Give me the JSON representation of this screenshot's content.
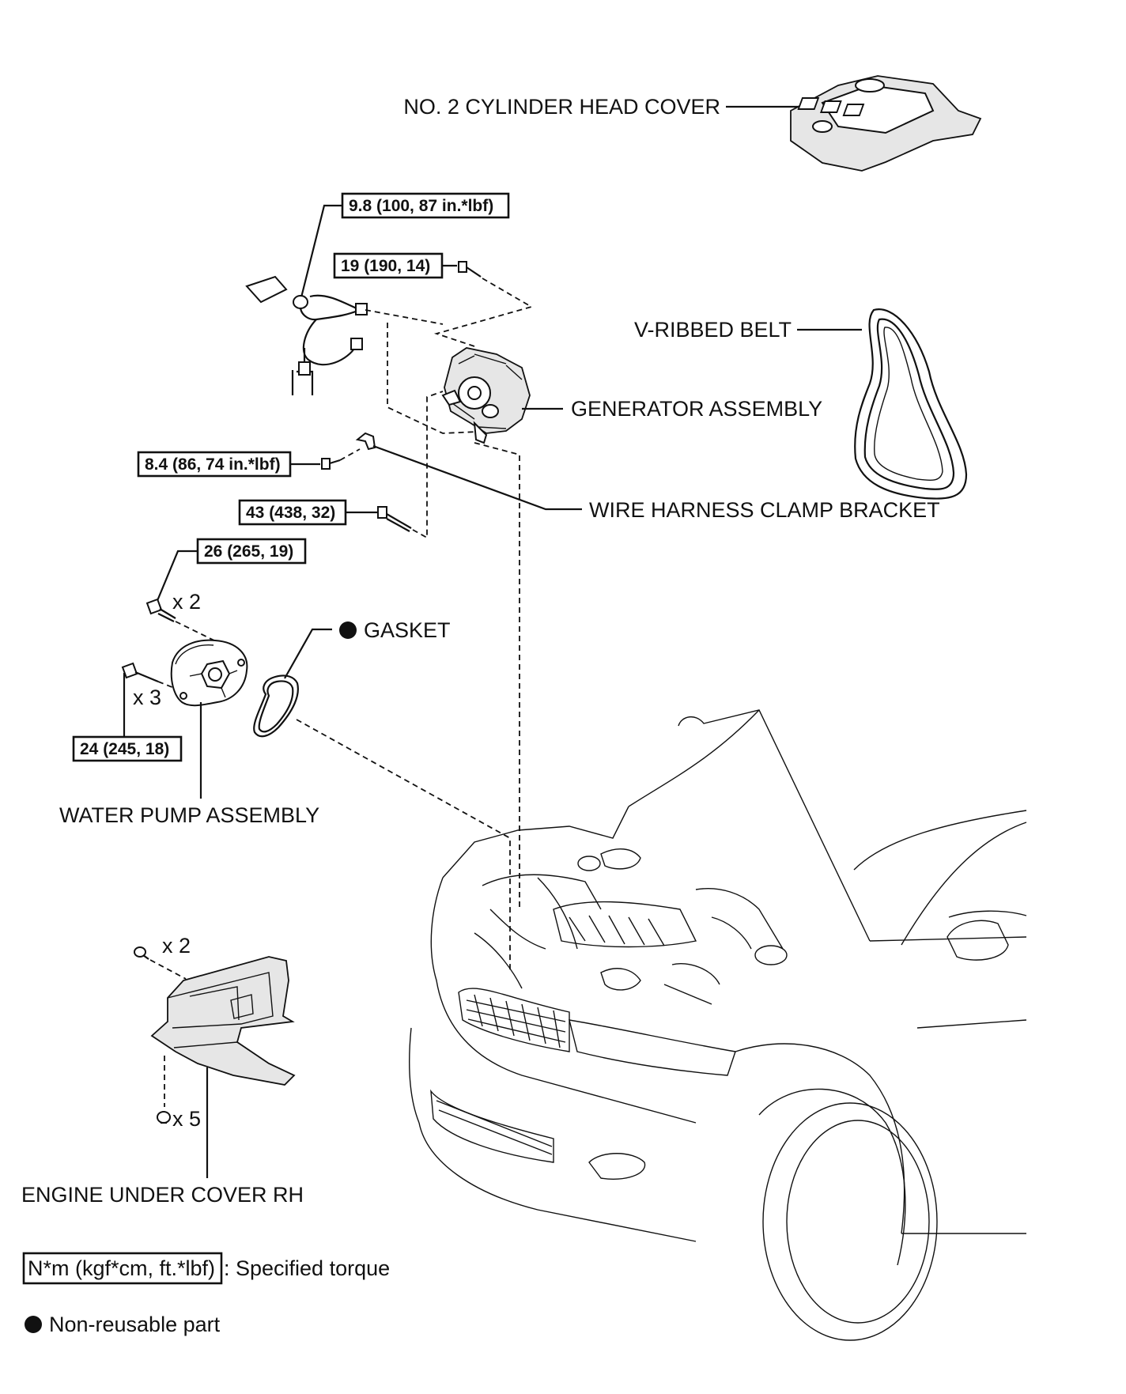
{
  "labels": {
    "head_cover": "NO. 2 CYLINDER HEAD COVER",
    "v_belt": "V-RIBBED BELT",
    "generator": "GENERATOR ASSEMBLY",
    "clamp_bracket": "WIRE HARNESS CLAMP BRACKET",
    "gasket": "GASKET",
    "water_pump": "WATER PUMP ASSEMBLY",
    "under_cover": "ENGINE UNDER COVER RH"
  },
  "torques": {
    "t1": "9.8 (100, 87 in.*lbf)",
    "t2": "19 (190, 14)",
    "t3": "8.4 (86, 74 in.*lbf)",
    "t4": "43 (438, 32)",
    "t5": "26 (265, 19)",
    "t6": "24 (245, 18)"
  },
  "quantities": {
    "q1": "x 2",
    "q2": "x 3",
    "q3": "x 2",
    "q4": "x 5"
  },
  "legend": {
    "torque_box": "N*m (kgf*cm, ft.*lbf)",
    "torque_text": ": Specified torque",
    "nonreusable_text": "Non-reusable part"
  }
}
